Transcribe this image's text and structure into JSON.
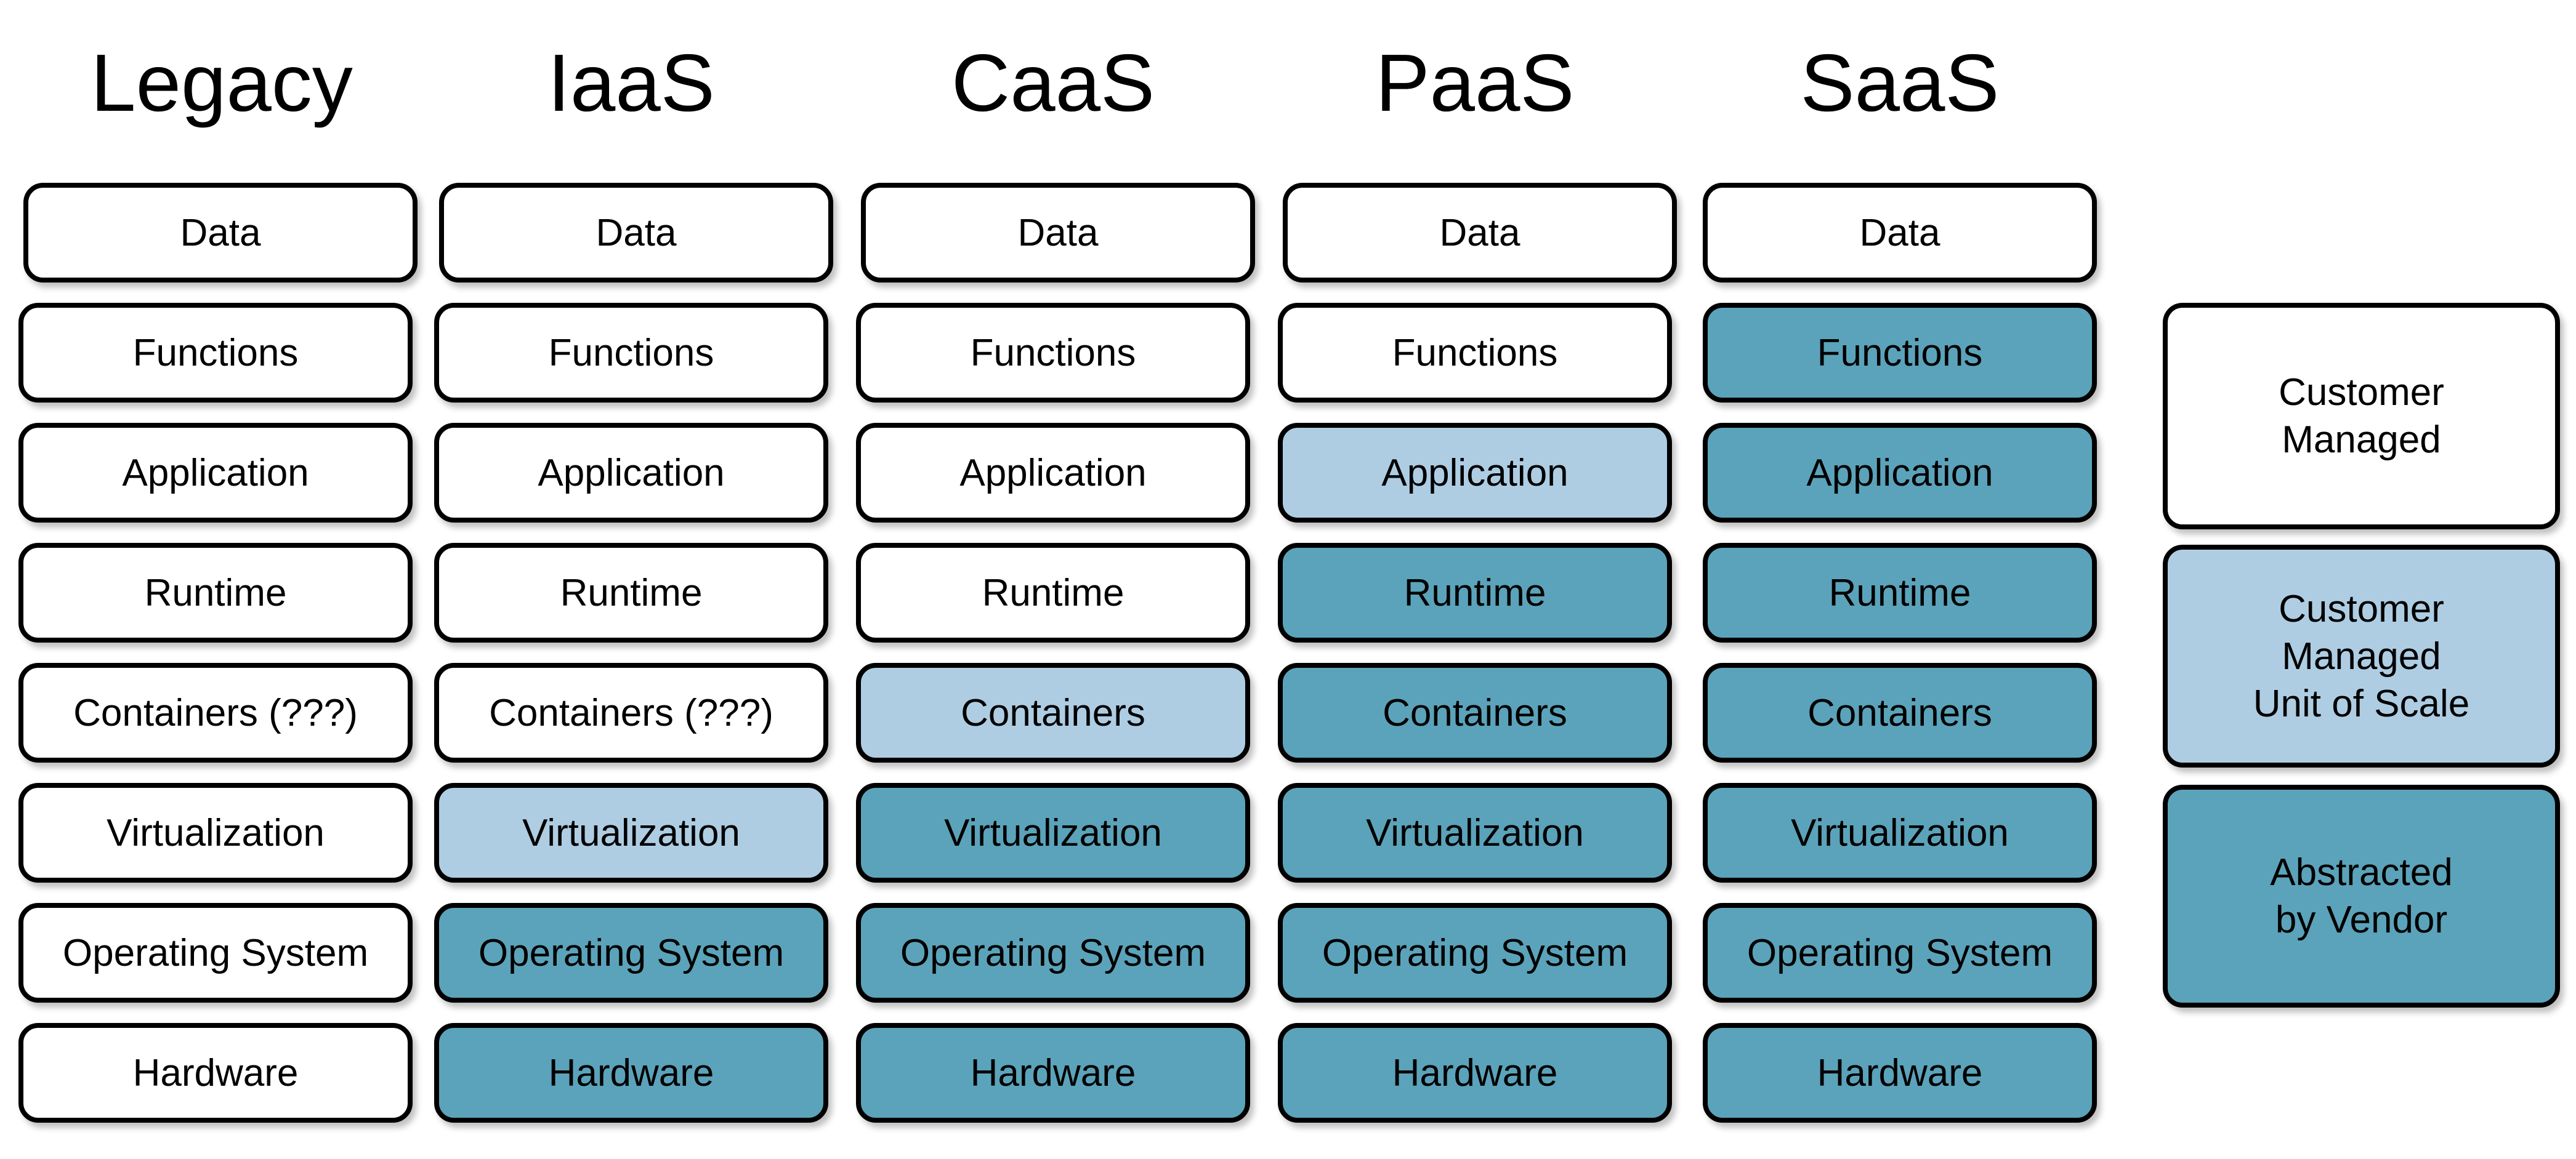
{
  "colors": {
    "customer_managed": "#ffffff",
    "unit_of_scale": "#aecde3",
    "abstracted": "#5ba3ba"
  },
  "columns": [
    {
      "title": "Legacy",
      "cells": [
        {
          "label": "Data",
          "state": "customer_managed"
        },
        {
          "label": "Functions",
          "state": "customer_managed"
        },
        {
          "label": "Application",
          "state": "customer_managed"
        },
        {
          "label": "Runtime",
          "state": "customer_managed"
        },
        {
          "label": "Containers (???)",
          "state": "customer_managed"
        },
        {
          "label": "Virtualization",
          "state": "customer_managed"
        },
        {
          "label": "Operating System",
          "state": "customer_managed"
        },
        {
          "label": "Hardware",
          "state": "customer_managed"
        }
      ]
    },
    {
      "title": "IaaS",
      "cells": [
        {
          "label": "Data",
          "state": "customer_managed"
        },
        {
          "label": "Functions",
          "state": "customer_managed"
        },
        {
          "label": "Application",
          "state": "customer_managed"
        },
        {
          "label": "Runtime",
          "state": "customer_managed"
        },
        {
          "label": "Containers (???)",
          "state": "customer_managed"
        },
        {
          "label": "Virtualization",
          "state": "unit_of_scale"
        },
        {
          "label": "Operating System",
          "state": "abstracted"
        },
        {
          "label": "Hardware",
          "state": "abstracted"
        }
      ]
    },
    {
      "title": "CaaS",
      "cells": [
        {
          "label": "Data",
          "state": "customer_managed"
        },
        {
          "label": "Functions",
          "state": "customer_managed"
        },
        {
          "label": "Application",
          "state": "customer_managed"
        },
        {
          "label": "Runtime",
          "state": "customer_managed"
        },
        {
          "label": "Containers",
          "state": "unit_of_scale"
        },
        {
          "label": "Virtualization",
          "state": "abstracted"
        },
        {
          "label": "Operating System",
          "state": "abstracted"
        },
        {
          "label": "Hardware",
          "state": "abstracted"
        }
      ]
    },
    {
      "title": "PaaS",
      "cells": [
        {
          "label": "Data",
          "state": "customer_managed"
        },
        {
          "label": "Functions",
          "state": "customer_managed"
        },
        {
          "label": "Application",
          "state": "unit_of_scale"
        },
        {
          "label": "Runtime",
          "state": "abstracted"
        },
        {
          "label": "Containers",
          "state": "abstracted"
        },
        {
          "label": "Virtualization",
          "state": "abstracted"
        },
        {
          "label": "Operating System",
          "state": "abstracted"
        },
        {
          "label": "Hardware",
          "state": "abstracted"
        }
      ]
    },
    {
      "title": "SaaS",
      "cells": [
        {
          "label": "Data",
          "state": "customer_managed"
        },
        {
          "label": "Functions",
          "state": "abstracted"
        },
        {
          "label": "Application",
          "state": "abstracted"
        },
        {
          "label": "Runtime",
          "state": "abstracted"
        },
        {
          "label": "Containers",
          "state": "abstracted"
        },
        {
          "label": "Virtualization",
          "state": "abstracted"
        },
        {
          "label": "Operating System",
          "state": "abstracted"
        },
        {
          "label": "Hardware",
          "state": "abstracted"
        }
      ]
    }
  ],
  "legend": [
    {
      "label": "Customer\nManaged",
      "state": "customer_managed"
    },
    {
      "label": "Customer\nManaged\nUnit of Scale",
      "state": "unit_of_scale"
    },
    {
      "label": "Abstracted\nby Vendor",
      "state": "abstracted"
    }
  ]
}
